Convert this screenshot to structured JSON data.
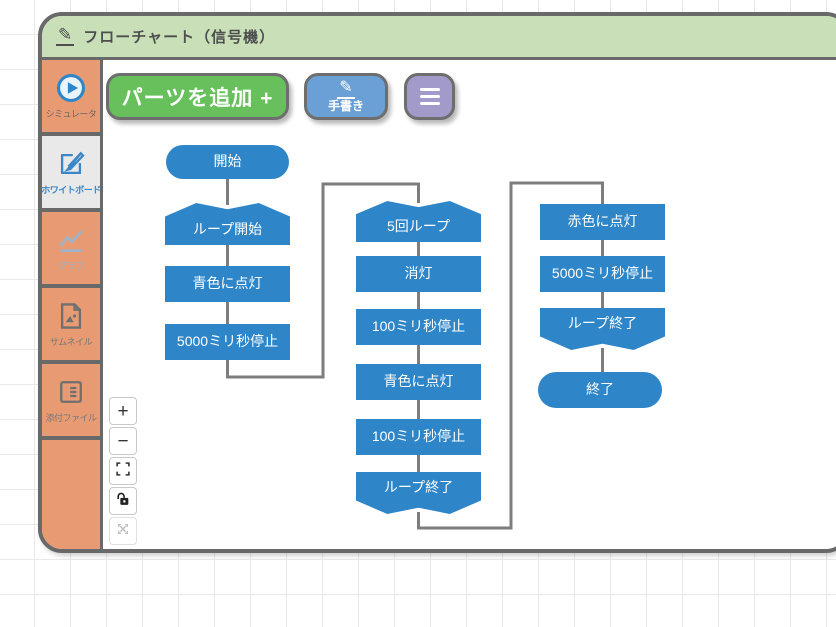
{
  "window": {
    "title": "フローチャート（信号機）",
    "title_icon": "edit-pencil-icon"
  },
  "sidebar": {
    "items": [
      {
        "label": "シミュレータ",
        "icon": "play-circle-icon",
        "active": false
      },
      {
        "label": "ホワイトボード",
        "icon": "whiteboard-edit-icon",
        "active": true
      },
      {
        "label": "グラフ",
        "icon": "line-chart-icon",
        "active": false
      },
      {
        "label": "サムネイル",
        "icon": "image-file-icon",
        "active": false
      },
      {
        "label": "添付ファイル",
        "icon": "attachment-list-icon",
        "active": false
      }
    ]
  },
  "toolbar": {
    "add_parts_label": "パーツを追加 +",
    "handwriting_label": "手書き",
    "handwriting_icon": "pencil-icon",
    "menu_icon": "hamburger-menu-icon"
  },
  "canvas_controls": {
    "zoom_in_label": "+",
    "zoom_out_label": "−",
    "fit_icon": "fullscreen-corners-icon",
    "lock_icon": "lock-icon",
    "pan_icon": "expand-arrows-icon"
  },
  "flowchart": {
    "nodes": [
      {
        "id": "start",
        "type": "terminal",
        "label": "開始"
      },
      {
        "id": "loop-start-main",
        "type": "loop-start",
        "label": "ループ開始"
      },
      {
        "id": "blue-on-1",
        "type": "process",
        "label": "青色に点灯"
      },
      {
        "id": "wait-5000-1",
        "type": "process",
        "label": "5000ミリ秒停止"
      },
      {
        "id": "loop-5-times",
        "type": "loop-start",
        "label": "5回ループ"
      },
      {
        "id": "light-off",
        "type": "process",
        "label": "消灯"
      },
      {
        "id": "wait-100-1",
        "type": "process",
        "label": "100ミリ秒停止"
      },
      {
        "id": "blue-on-2",
        "type": "process",
        "label": "青色に点灯"
      },
      {
        "id": "wait-100-2",
        "type": "process",
        "label": "100ミリ秒停止"
      },
      {
        "id": "loop-end-5",
        "type": "loop-end",
        "label": "ループ終了"
      },
      {
        "id": "red-on",
        "type": "process",
        "label": "赤色に点灯"
      },
      {
        "id": "wait-5000-2",
        "type": "process",
        "label": "5000ミリ秒停止"
      },
      {
        "id": "loop-end-main",
        "type": "loop-end",
        "label": "ループ終了"
      },
      {
        "id": "end",
        "type": "terminal",
        "label": "終了"
      }
    ]
  },
  "colors": {
    "node_blue": "#2e86c9",
    "header_green": "#c8dfb8",
    "sidebar_orange": "#e89b73",
    "button_green": "#68c05c",
    "button_blue": "#6ba0d6",
    "button_purple": "#a29bca",
    "window_border_gray": "#696969",
    "connector_gray": "#7d7d7d"
  }
}
